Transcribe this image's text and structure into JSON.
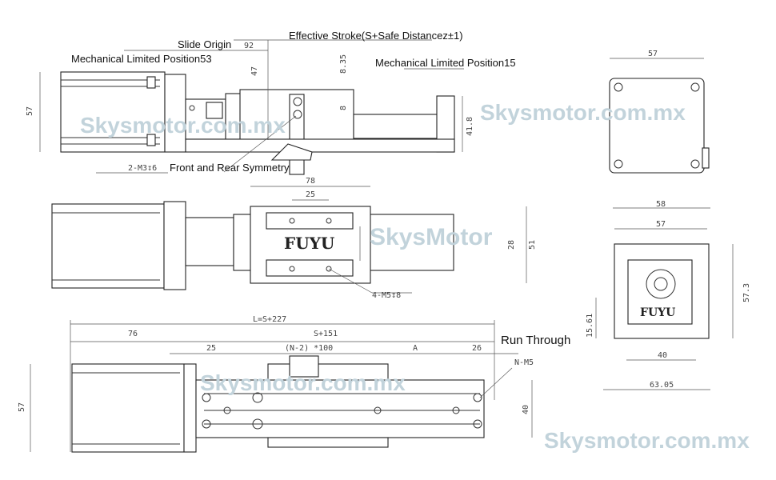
{
  "top_view": {
    "slide_origin": "Slide Origin",
    "slide_origin_value": "92",
    "effective_stroke": "Effective Stroke(S+Safe Distancez±1)",
    "mech_limit_left": "Mechanical Limited Position53",
    "mech_limit_right": "Mechanical Limited Position15",
    "dim_57": "57",
    "dim_47": "47",
    "dim_8_35": "8.35",
    "dim_8": "8",
    "dim_41_8": "41.8",
    "thread": "2-M3↧6",
    "symmetry": "Front and Rear Symmetry",
    "watermark": "Skysmotor.com.mx"
  },
  "middle_view": {
    "dim_78": "78",
    "dim_25": "25",
    "dim_28": "28",
    "dim_51": "51",
    "thread": "4-M5↧8",
    "logo": "FUYU",
    "watermark": "SkysMotor"
  },
  "bottom_view": {
    "total_length": "L=S+227",
    "dim_76": "76",
    "dim_s151": "S+151",
    "dim_25": "25",
    "pitch": "(N-2) *100",
    "dim_a": "A",
    "dim_26": "26",
    "run_through": "Run Through",
    "holes": "N-M5",
    "dim_57": "57",
    "dim_40": "40",
    "watermark": "Skysmotor.com.mx"
  },
  "end_view_top": {
    "dim_57": "57",
    "watermark": "Skysmotor.com.mx"
  },
  "end_view_bottom": {
    "dim_58": "58",
    "dim_57": "57",
    "dim_57_3": "57.3",
    "dim_15_61": "15.61",
    "dim_40": "40",
    "dim_63_05": "63.05",
    "logo": "FUYU",
    "watermark": "Skysmotor.com.mx"
  }
}
